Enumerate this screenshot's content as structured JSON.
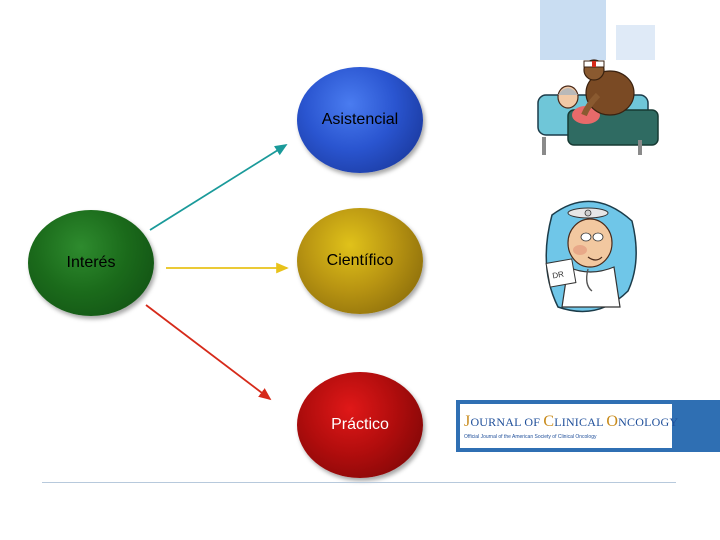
{
  "nodes": {
    "interes": "Interés",
    "asistencial": "Asistencial",
    "cientifico": "Científico",
    "practico": "Práctico"
  },
  "journal": {
    "title_parts": [
      "J",
      "OURNAL OF ",
      "C",
      "LINICAL ",
      "O",
      "NCOLOGY"
    ],
    "subtitle": "Official Journal of the American Society of Clinical Oncology"
  },
  "colors": {
    "arrow_top": "#1a9a9a",
    "arrow_mid": "#e8c21a",
    "arrow_bottom": "#d62a1a"
  }
}
